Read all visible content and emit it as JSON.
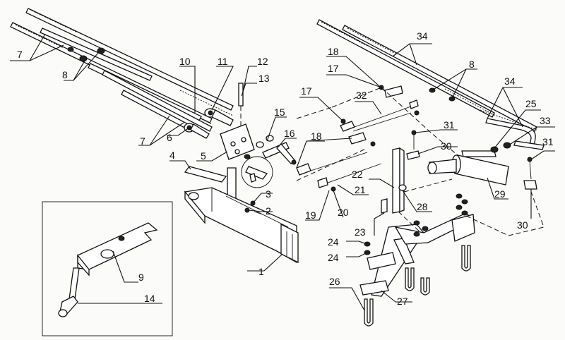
{
  "diagram": {
    "callouts": [
      {
        "id": "c7a",
        "text": "7"
      },
      {
        "id": "c8a",
        "text": "8"
      },
      {
        "id": "c10",
        "text": "10"
      },
      {
        "id": "c11",
        "text": "11"
      },
      {
        "id": "c12",
        "text": "12"
      },
      {
        "id": "c13",
        "text": "13"
      },
      {
        "id": "c6",
        "text": "6"
      },
      {
        "id": "c7b",
        "text": "7"
      },
      {
        "id": "c15",
        "text": "15"
      },
      {
        "id": "c16",
        "text": "16"
      },
      {
        "id": "c4",
        "text": "4"
      },
      {
        "id": "c5",
        "text": "5"
      },
      {
        "id": "c3",
        "text": "3"
      },
      {
        "id": "c2",
        "text": "2"
      },
      {
        "id": "c1",
        "text": "1"
      },
      {
        "id": "c9",
        "text": "9"
      },
      {
        "id": "c14",
        "text": "14"
      },
      {
        "id": "c18a",
        "text": "18"
      },
      {
        "id": "c17a",
        "text": "17"
      },
      {
        "id": "c34a",
        "text": "34"
      },
      {
        "id": "c8b",
        "text": "8"
      },
      {
        "id": "c34b",
        "text": "34"
      },
      {
        "id": "c17b",
        "text": "17"
      },
      {
        "id": "c32",
        "text": "32"
      },
      {
        "id": "c25",
        "text": "25"
      },
      {
        "id": "c33",
        "text": "33"
      },
      {
        "id": "c31a",
        "text": "31"
      },
      {
        "id": "c30a",
        "text": "30"
      },
      {
        "id": "c31b",
        "text": "31"
      },
      {
        "id": "c18b",
        "text": "18"
      },
      {
        "id": "c22",
        "text": "22"
      },
      {
        "id": "c21",
        "text": "21"
      },
      {
        "id": "c28",
        "text": "28"
      },
      {
        "id": "c29",
        "text": "29"
      },
      {
        "id": "c19",
        "text": "19"
      },
      {
        "id": "c20",
        "text": "20"
      },
      {
        "id": "c23",
        "text": "23"
      },
      {
        "id": "c30b",
        "text": "30"
      },
      {
        "id": "c24a",
        "text": "24"
      },
      {
        "id": "c24b",
        "text": "24"
      },
      {
        "id": "c26",
        "text": "26"
      },
      {
        "id": "c27",
        "text": "27"
      }
    ]
  }
}
